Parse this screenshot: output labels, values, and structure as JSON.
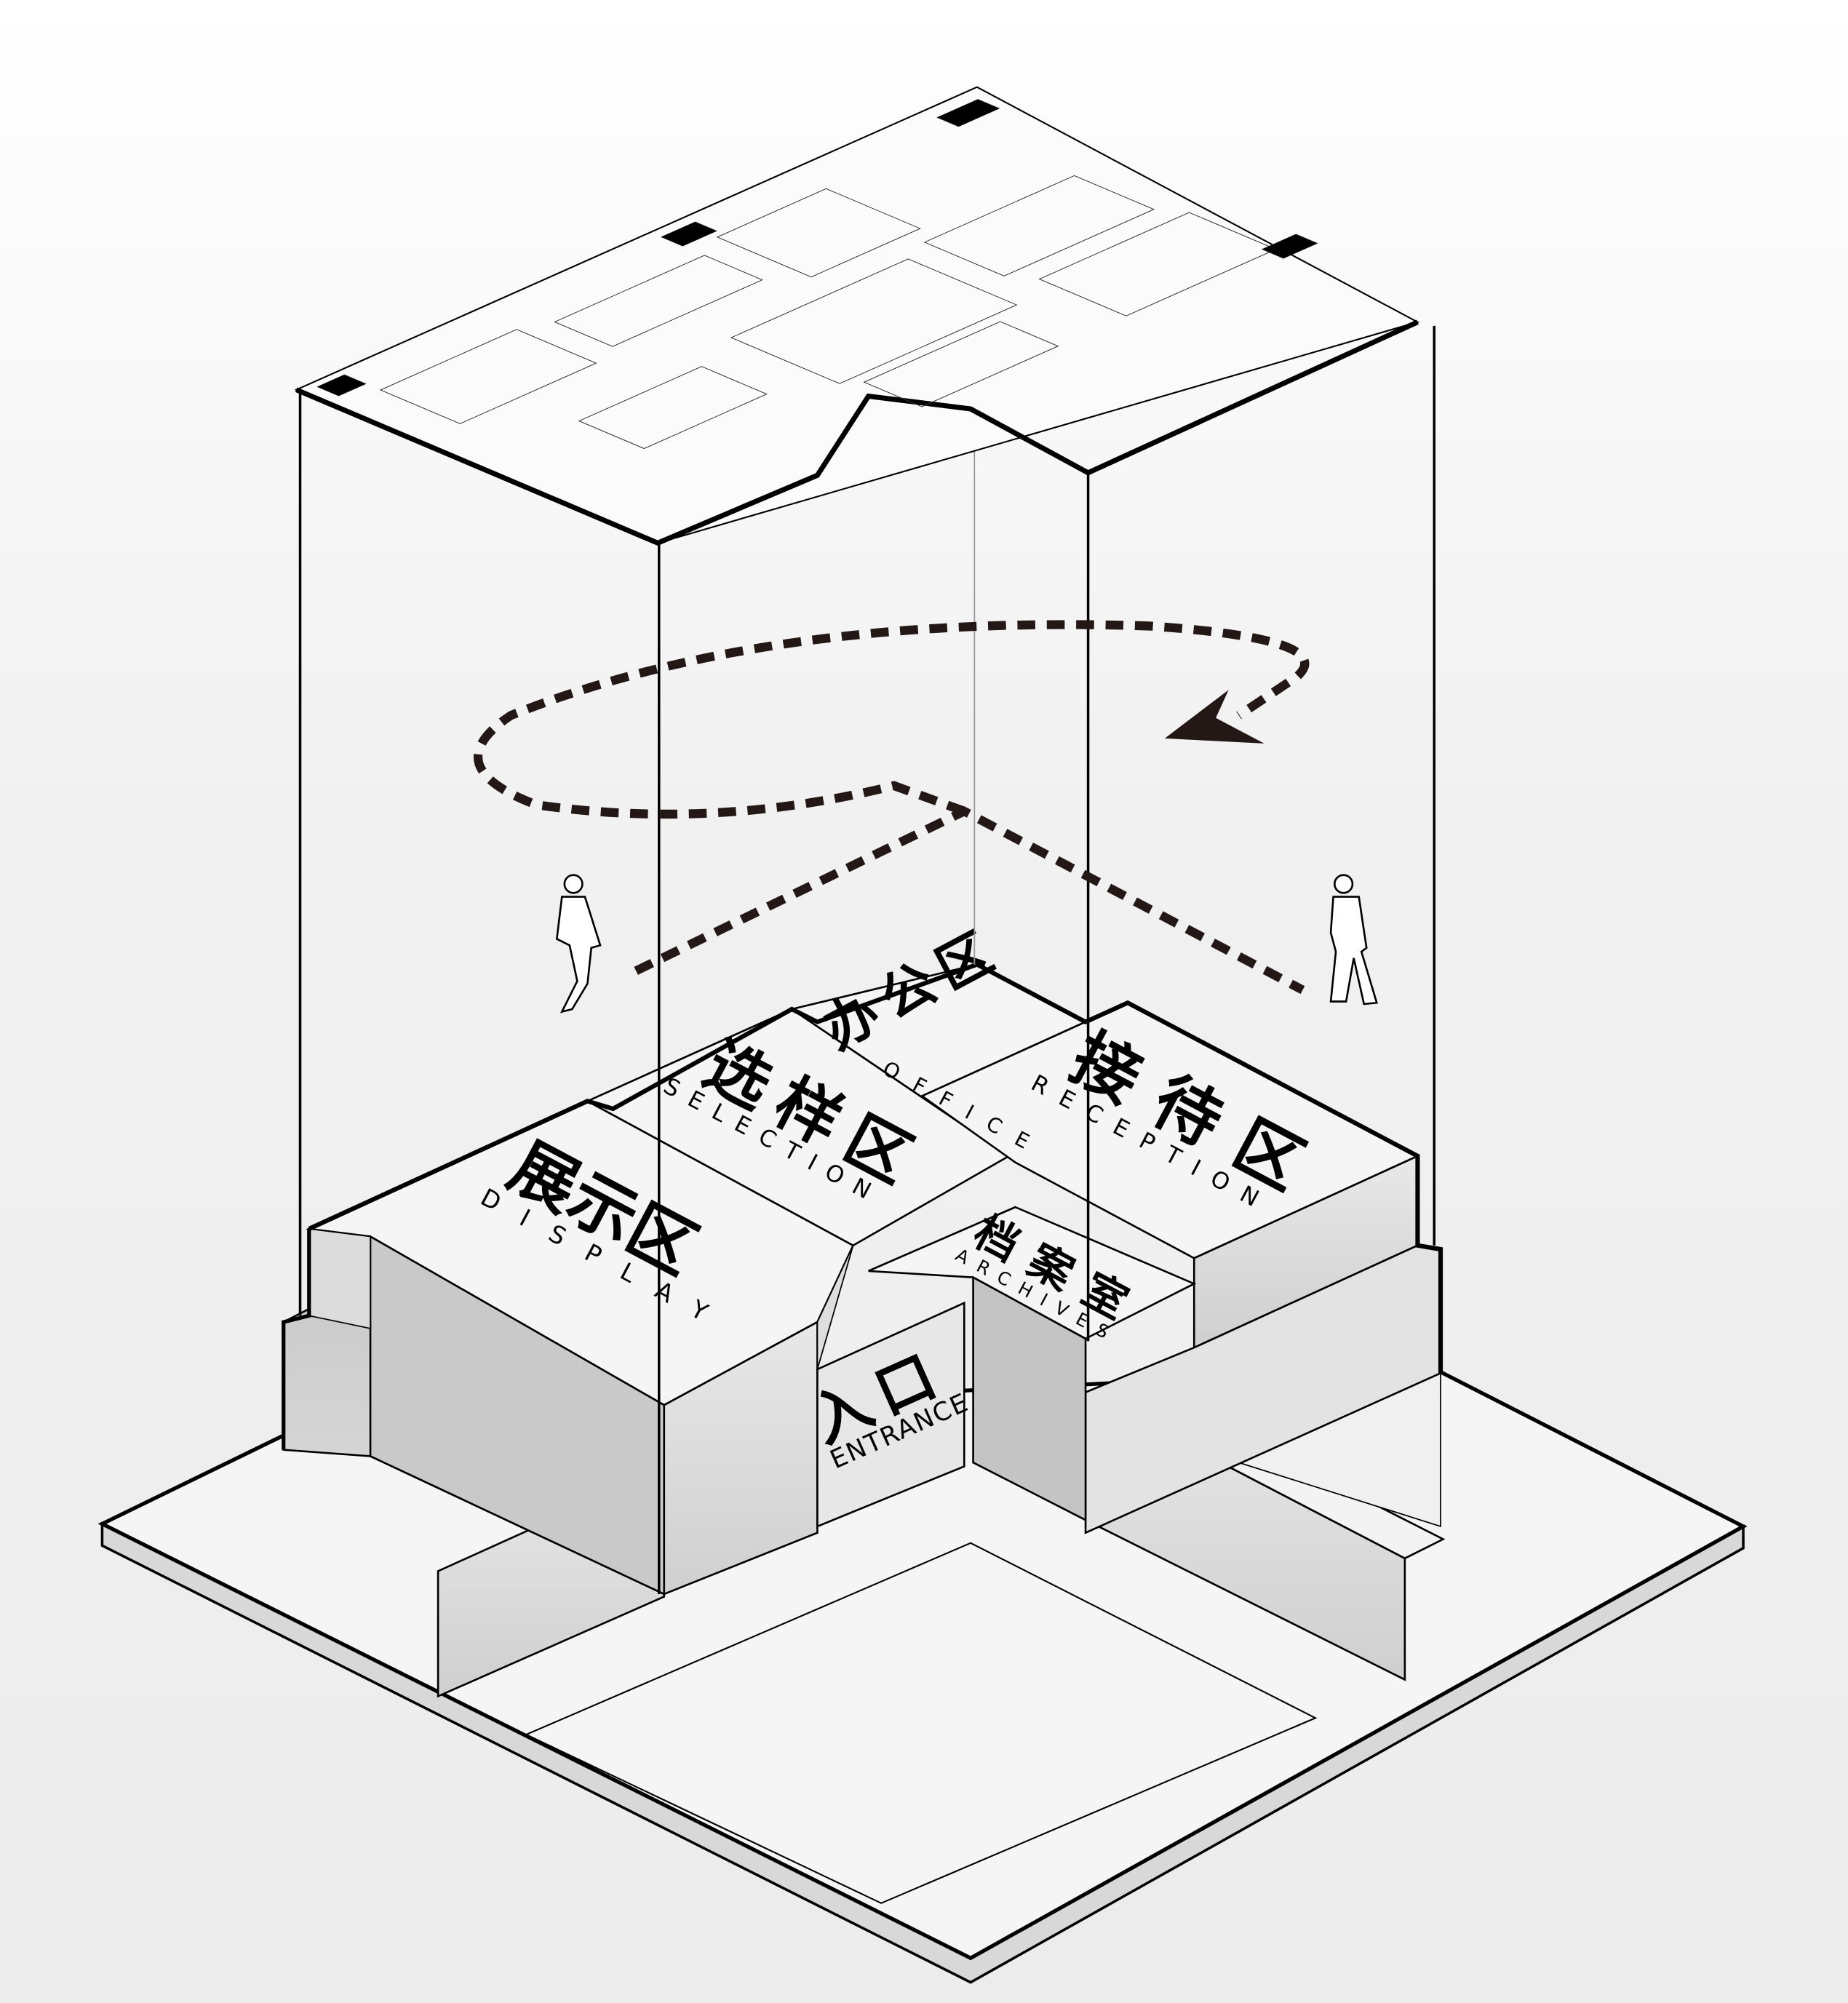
{
  "zones": {
    "display": {
      "zh": "展示区",
      "en": "DISPLAY"
    },
    "selection": {
      "zh": "选样区",
      "en": "SELECTION"
    },
    "office": {
      "zh": "办公区",
      "en": "OFFICE"
    },
    "reception": {
      "zh": "接待区",
      "en": "RECEPTION"
    },
    "archives": {
      "zh": "档案室",
      "en": "ARCHIVES"
    },
    "entrance": {
      "zh": "入口",
      "en": "ENTRANCE"
    }
  },
  "colors": {
    "line": "#000000",
    "path": "#231815",
    "top": "#f6f6f6",
    "side_light": "#e2e2e2",
    "side_dark": "#bdbdbd"
  }
}
